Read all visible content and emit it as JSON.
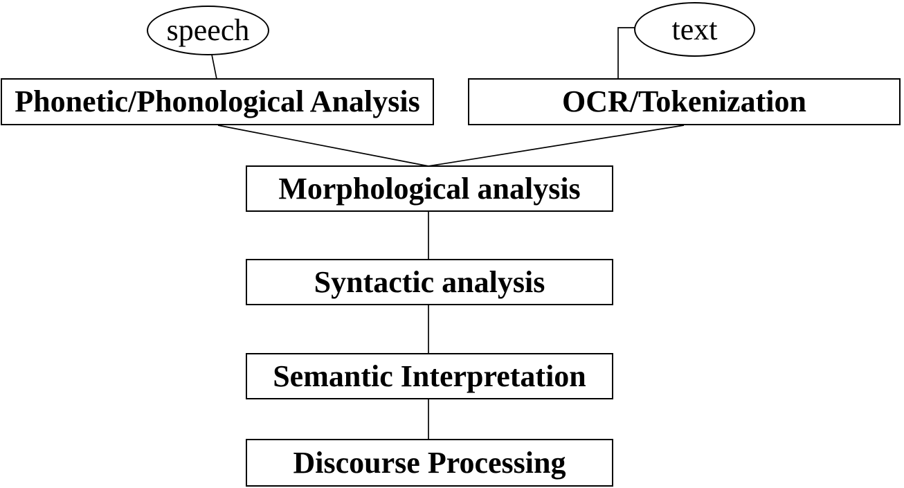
{
  "canvas": {
    "background_color": "#ffffff",
    "line_color": "#000000",
    "text_color": "#000000"
  },
  "nodes": {
    "speech": {
      "label": "speech",
      "shape": "ellipse"
    },
    "text_input": {
      "label": "text",
      "shape": "ellipse"
    },
    "phonetic": {
      "label": "Phonetic/Phonological Analysis",
      "shape": "box"
    },
    "ocr": {
      "label": "OCR/Tokenization",
      "shape": "box"
    },
    "morphological": {
      "label": "Morphological analysis",
      "shape": "box"
    },
    "syntactic": {
      "label": "Syntactic analysis",
      "shape": "box"
    },
    "semantic": {
      "label": "Semantic Interpretation",
      "shape": "box"
    },
    "discourse": {
      "label": "Discourse Processing",
      "shape": "box"
    }
  },
  "edges": [
    {
      "from": "speech",
      "to": "phonetic"
    },
    {
      "from": "text_input",
      "to": "ocr"
    },
    {
      "from": "phonetic",
      "to": "morphological"
    },
    {
      "from": "ocr",
      "to": "morphological"
    },
    {
      "from": "morphological",
      "to": "syntactic"
    },
    {
      "from": "syntactic",
      "to": "semantic"
    },
    {
      "from": "semantic",
      "to": "discourse"
    }
  ]
}
